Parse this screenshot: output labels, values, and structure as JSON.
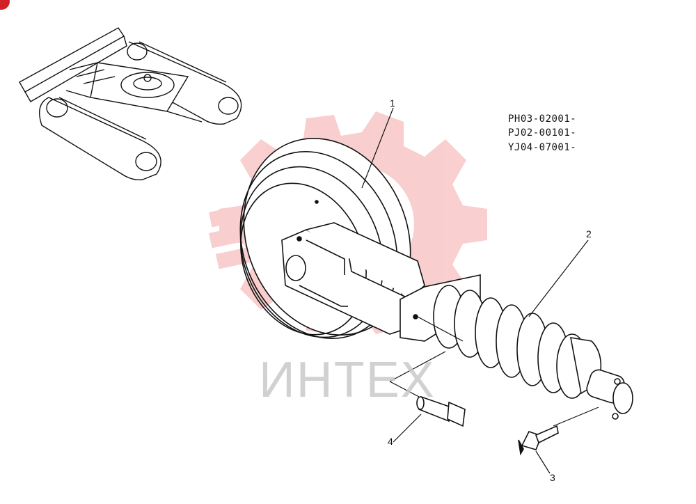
{
  "codes": [
    "PH03-02001-",
    "PJ02-00101-",
    "YJ04-07001-"
  ],
  "callouts": [
    "1",
    "2",
    "3",
    "4"
  ],
  "watermark": {
    "text": "ИНТЕХ",
    "color": "#f4a7a7"
  },
  "colors": {
    "line": "#111111",
    "corner_badge": "#d0202a"
  }
}
